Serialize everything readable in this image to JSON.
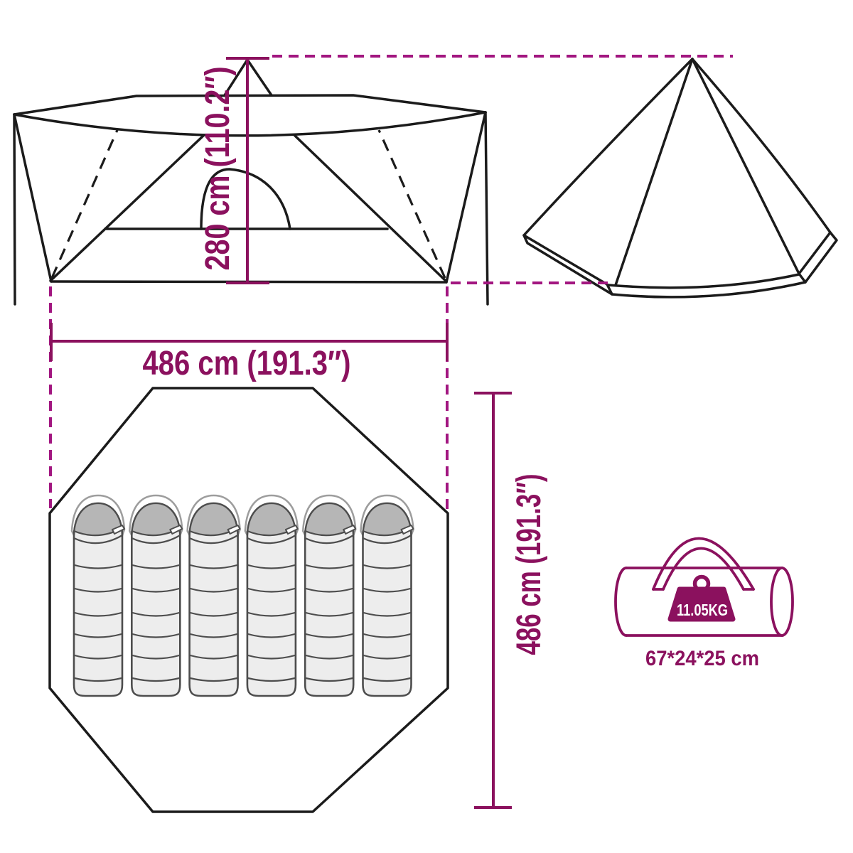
{
  "title": "Tipi tent dimensions diagram",
  "colors": {
    "accent_purple": "#8B115E",
    "accent_purple_dash": "#A21680",
    "line_black": "#1b1b1b",
    "bag_body": "#ededed",
    "bag_hood": "#b6b6b6",
    "bag_outline": "#4d4d4d",
    "weight_text": "#ffffff",
    "background": "#ffffff"
  },
  "dimensions": {
    "height_label": "280 cm (110.2″)",
    "height_value_cm": 280,
    "width_label": "486 cm (191.3″)",
    "width_value_cm": 486,
    "depth_label": "486 cm (191.3″)",
    "depth_value_cm": 486
  },
  "package": {
    "weight_label": "11.05KG",
    "size_label": "67*24*25 cm"
  },
  "floor_plan": {
    "sleeping_bag_count": 6
  }
}
